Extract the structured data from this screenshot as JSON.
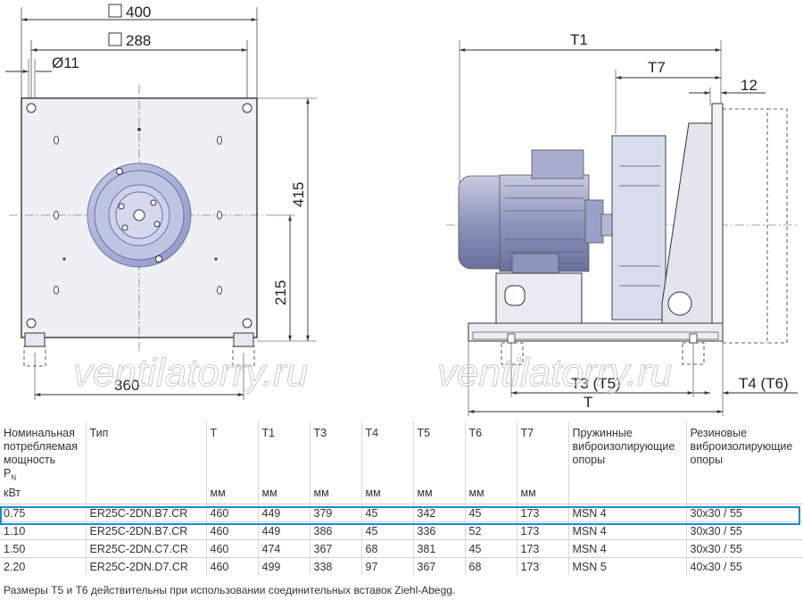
{
  "drawing": {
    "front": {
      "dim_400": "400",
      "dim_288": "288",
      "dim_11": "Ø11",
      "dim_415": "415",
      "dim_215": "215",
      "dim_360": "360"
    },
    "side": {
      "dim_T1": "T1",
      "dim_T7": "T7",
      "dim_12": "12",
      "dim_T3T5": "T3 (T5)",
      "dim_T4T6": "T4 (T6)",
      "dim_T": "T"
    },
    "watermark_left": "ventilatorry.ru",
    "watermark_right": "ventilatorry.ru"
  },
  "table": {
    "headers": [
      {
        "label": "Номинальная потребляемая мощность",
        "unit": "кВт"
      },
      {
        "label": "Тип",
        "unit": ""
      },
      {
        "label": "T",
        "unit": "мм"
      },
      {
        "label": "T1",
        "unit": "мм"
      },
      {
        "label": "T3",
        "unit": "мм"
      },
      {
        "label": "T4",
        "unit": "мм"
      },
      {
        "label": "T5",
        "unit": "мм"
      },
      {
        "label": "T6",
        "unit": "мм"
      },
      {
        "label": "T7",
        "unit": "мм"
      },
      {
        "label": "Пружинные виброизолирующие опоры",
        "unit": ""
      },
      {
        "label": "Резиновые виброизолирующие опоры",
        "unit": ""
      }
    ],
    "power_symbol": "P",
    "power_subscript": "N",
    "rows": [
      [
        "0.75",
        "ER25C-2DN.B7.CR",
        "460",
        "449",
        "379",
        "45",
        "342",
        "45",
        "173",
        "MSN 4",
        "30x30 / 55"
      ],
      [
        "1.10",
        "ER25C-2DN.B7.CR",
        "460",
        "449",
        "386",
        "45",
        "336",
        "52",
        "173",
        "MSN 4",
        "30x30 / 55"
      ],
      [
        "1.50",
        "ER25C-2DN.C7.CR",
        "460",
        "474",
        "367",
        "68",
        "381",
        "45",
        "173",
        "MSN 4",
        "30x30 / 55"
      ],
      [
        "2.20",
        "ER25C-2DN.D7.CR",
        "460",
        "499",
        "338",
        "97",
        "367",
        "68",
        "173",
        "MSN 5",
        "40x30 / 55"
      ]
    ],
    "highlight_color": "#1a8bd0"
  },
  "footnote": "Размеры T5 и T6 действительны при использовании соединительных вставок Ziehl-Abegg."
}
